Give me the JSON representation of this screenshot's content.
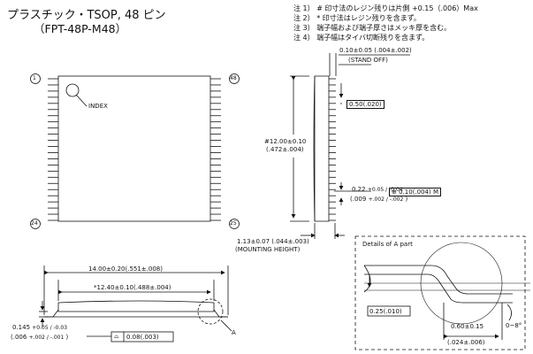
{
  "title": {
    "line1": "プラスチック・TSOP, 48 ピン",
    "line2": "（FPT-48P-M48）"
  },
  "notes": [
    {
      "num": "注 1）",
      "text": "# 印寸法のレジン残りは片側 +0.15（.006）Max"
    },
    {
      "num": "注 2）",
      "text": "* 印寸法はレジン残りを含まず。"
    },
    {
      "num": "注 3）",
      "text": "端子幅および端子厚さはメッキ厚を含む。"
    },
    {
      "num": "注 4）",
      "text": "端子幅はタイバ切断残りを含まず。"
    }
  ],
  "pins": {
    "p1": "1",
    "p48": "48",
    "p24": "24",
    "p25": "25"
  },
  "labels": {
    "index": "INDEX",
    "a_mark": "A",
    "details_title": "Details of A part"
  },
  "dims": {
    "standoff_val": "0.10±0.05 (.004±.002)",
    "standoff_label": "(STAND OFF)",
    "pitch_box": "0.50(.020)",
    "body_height_1": "#12.00±0.10",
    "body_height_2": "(.472±.004)",
    "lead_width_1": "0.22",
    "lead_width_tol_1": "+0.05 / -0.04",
    "lead_width_2": "(.009",
    "lead_width_tol_2": "+.002 / -.002",
    "lead_width_close": ")",
    "position_tol": "0.10(.004)",
    "position_symbol": "⊕",
    "mmc_symbol": "M",
    "mount_height_1": "1.13±0.07 (.044±.003)",
    "mount_height_2": "(MOUNTING HEIGHT)",
    "overall_len": "14.00±0.20(.551±.008)",
    "body_len": "*12.40±0.10(.488±.004)",
    "lead_thick_1": "0.145",
    "lead_thick_tol_1": "+0.05 / -0.03",
    "lead_thick_2": "(.006",
    "lead_thick_tol_2": "+.002 / -.001",
    "lead_thick_close": ")",
    "coplanarity_symbol": "⌓",
    "coplanarity": "0.08(.003)",
    "gauge_box": "0.25(.010)",
    "foot_len_1": "0.60±0.15",
    "foot_len_2": "(.024±.006)",
    "angle": "0~8°"
  }
}
